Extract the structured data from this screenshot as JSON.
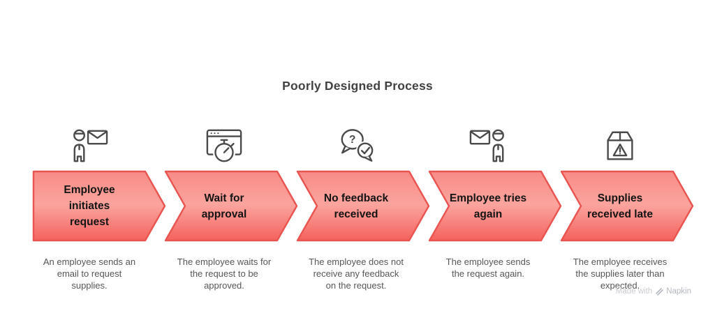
{
  "title": "Poorly Designed Process",
  "watermark": {
    "made_with": "Made with",
    "brand": "Napkin"
  },
  "colors": {
    "chevron_top": "#f88b86",
    "chevron_mid": "#fba49e",
    "chevron_bottom": "#f4625e",
    "chevron_border": "#ea5450",
    "icon_stroke": "#4a4a4a",
    "label_text": "#141414",
    "desc_text": "#565656",
    "title_text": "#424242"
  },
  "steps": [
    {
      "label": "Employee initiates request",
      "description": "An employee sends an email to request supplies.",
      "icon": "person-email-icon"
    },
    {
      "label": "Wait for approval",
      "description": "The employee waits for the request to be approved.",
      "icon": "window-stopwatch-icon"
    },
    {
      "label": "No feedback received",
      "description": "The employee does not receive any feedback on the request.",
      "icon": "speech-bubbles-question-icon"
    },
    {
      "label": "Employee tries again",
      "description": "The employee sends the request again.",
      "icon": "email-person-icon"
    },
    {
      "label": "Supplies received late",
      "description": "The employee receives the supplies later than expected.",
      "icon": "package-warning-icon"
    }
  ]
}
